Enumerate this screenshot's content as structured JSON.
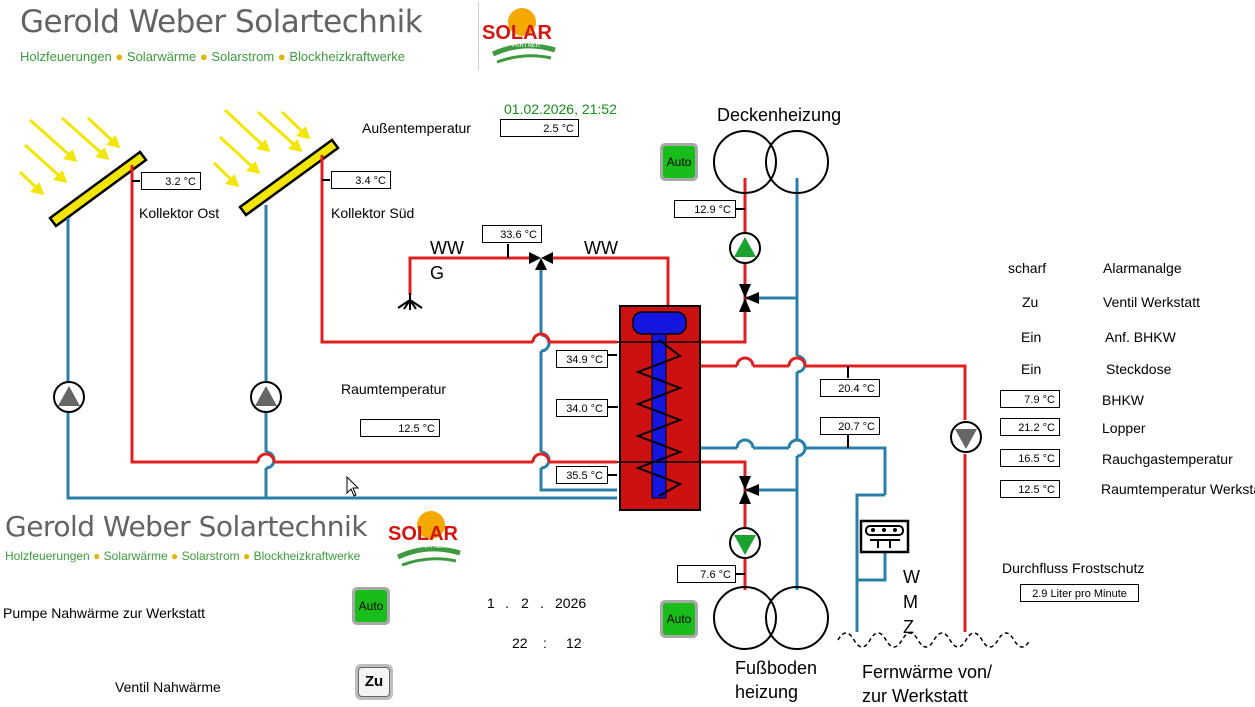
{
  "brand": {
    "title": "Gerold Weber Solartechnik",
    "subtitle_parts": [
      "Holzfeuerungen",
      "Solarwärme",
      "Solarstrom",
      "Blockheizkraftwerke"
    ],
    "logo_text": "SOLAR",
    "logo_subtext": "PARTNER"
  },
  "header": {
    "datetime": "01.02.2026,  21:52"
  },
  "outside": {
    "label": "Außentemperatur",
    "value": "2.5 °C"
  },
  "collectors": {
    "east": {
      "label": "Kollektor Ost",
      "value": "3.2 °C"
    },
    "south": {
      "label": "Kollektor Süd",
      "value": "3.4 °C"
    }
  },
  "ww": {
    "label_left": "WW",
    "label_g": "G",
    "label_right": "WW",
    "temp": "33.6 °C"
  },
  "room": {
    "label": "Raumtemperatur",
    "value": "12.5 °C"
  },
  "storage": {
    "top": "34.9 °C",
    "mid": "34.0 °C",
    "bottom": "35.5 °C"
  },
  "ceiling": {
    "label": "Deckenheizung",
    "button": "Auto",
    "flow_temp": "12.9 °C"
  },
  "floor": {
    "label_line1": "Fußboden",
    "label_line2": "heizung",
    "button": "Auto",
    "flow_temp": "7.6 °C"
  },
  "district": {
    "temp_supply": "20.4 °C",
    "temp_return": "20.7 °C",
    "label_line1": "Fernwärme von/",
    "label_line2": "zur Werkstatt",
    "wmz": [
      "W",
      "M",
      "Z"
    ]
  },
  "status": [
    {
      "value": "scharf",
      "label": "Alarmanalge"
    },
    {
      "value": "Zu",
      "label": "Ventil Werkstatt"
    },
    {
      "value": "Ein",
      "label": "Anf. BHKW"
    },
    {
      "value": "Ein",
      "label": "Steckdose"
    }
  ],
  "readings": [
    {
      "value": "7.9 °C",
      "label": "BHKW"
    },
    {
      "value": "21.2 °C",
      "label": "Lopper"
    },
    {
      "value": "16.5 °C",
      "label": "Rauchgastemperatur"
    },
    {
      "value": "12.5 °C",
      "label": "Raumtemperatur Werkstatt"
    }
  ],
  "flow": {
    "label": "Durchfluss Frostschutz",
    "value": "2.9 Liter pro Minute"
  },
  "bottom": {
    "pump_label": "Pumpe  Nahwärme zur Werkstatt",
    "pump_button": "Auto",
    "date": {
      "day": "1",
      "month": "2",
      "year": "2026",
      "sep": "."
    },
    "time": {
      "hour": "22",
      "minute": "12",
      "sep": ":"
    },
    "valve_label": "Ventil Nahwärme",
    "valve_button": "Zu"
  },
  "colors": {
    "hot": "#e02020",
    "cold": "#2a7fa8",
    "pump_ok": "#1aa22e",
    "pump_off": "#666666",
    "collector": "#f0e000",
    "tank": "#cc1111",
    "coil": "#1515e0"
  }
}
